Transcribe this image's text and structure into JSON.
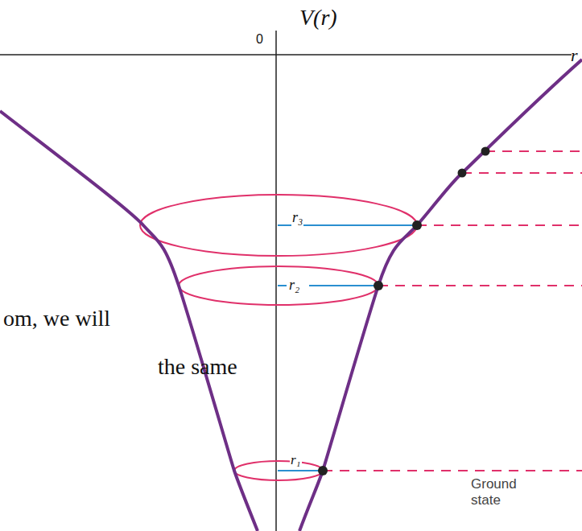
{
  "diagram": {
    "labels": [
      "V(r)",
      "0",
      "r",
      "r₃",
      "r₂",
      "r₁",
      "Ground state",
      "om, we will",
      "the same"
    ]
  }
}
